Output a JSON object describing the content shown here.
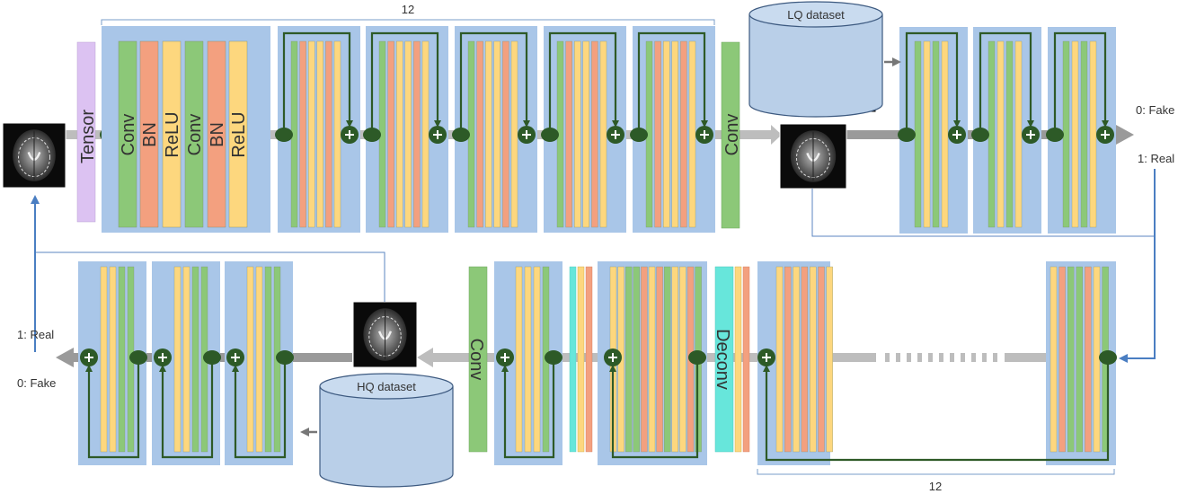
{
  "colors": {
    "block_bg": "#a9c6e8",
    "conv": "#8cc878",
    "bn": "#f3a07f",
    "relu": "#fdd77e",
    "tensor": "#dcc2f2",
    "deconv": "#67e6db",
    "flow_arrow": "#bdbdbd",
    "skip_line": "#2e5a27",
    "node": "#2d5a27",
    "feedback_line": "#4a7ec2",
    "dataset_fill": "#b9cfe8",
    "mri_bg": "#0a0a0a"
  },
  "generator": {
    "repeat_count": "12",
    "tensor_label": "Tensor",
    "layers": [
      "Conv",
      "BN",
      "ReLU",
      "Conv",
      "BN",
      "ReLU"
    ],
    "output_conv_label": "Conv"
  },
  "lq_dataset": {
    "label": "LQ dataset",
    "images": [
      "mri-slice",
      "mri-slice",
      "mri-slice",
      "mri-slice"
    ]
  },
  "hq_dataset": {
    "label": "HQ dataset",
    "images": [
      "mri-slice",
      "mri-slice",
      "mri-slice",
      "mri-slice"
    ]
  },
  "discriminator_top": {
    "fake_label": "0: Fake",
    "real_label": "1: Real"
  },
  "discriminator_bottom": {
    "real_label": "1: Real",
    "fake_label": "0: Fake"
  },
  "inverse_generator": {
    "conv_label": "Conv",
    "deconv_label": "Deconv",
    "repeat_count": "12"
  },
  "icons": {
    "add_node": "plus-circle-icon",
    "split_node": "ellipse-node-icon",
    "brain_image": "mri-brain-icon",
    "dataset": "cylinder-database-icon"
  }
}
